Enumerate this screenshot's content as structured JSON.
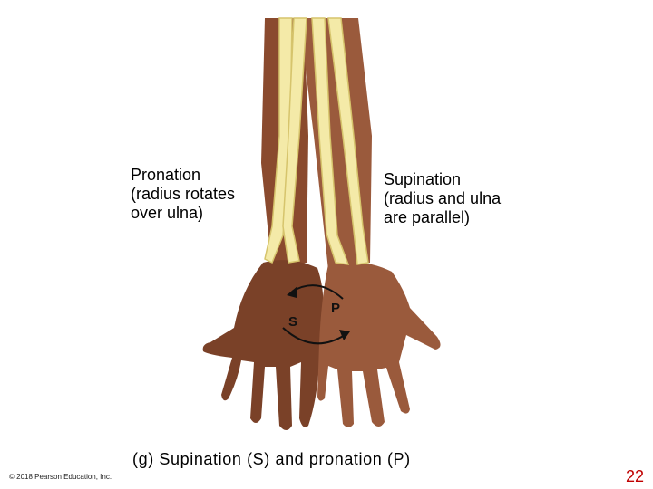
{
  "labels": {
    "pronation": [
      "Pronation",
      "(radius rotates",
      "over ulna)"
    ],
    "supination": [
      "Supination",
      "(radius and ulna",
      "are parallel)"
    ],
    "s_marker": "S",
    "p_marker": "P"
  },
  "caption": "(g) Supination (S) and pronation (P)",
  "copyright": "© 2018 Pearson Education, Inc.",
  "page_number": "22",
  "colors": {
    "skin_light": "#9a5a3c",
    "skin_dark": "#7a4128",
    "bone": "#f4eaa8",
    "bone_outline": "#d6c46c",
    "page_number": "#c00000"
  }
}
